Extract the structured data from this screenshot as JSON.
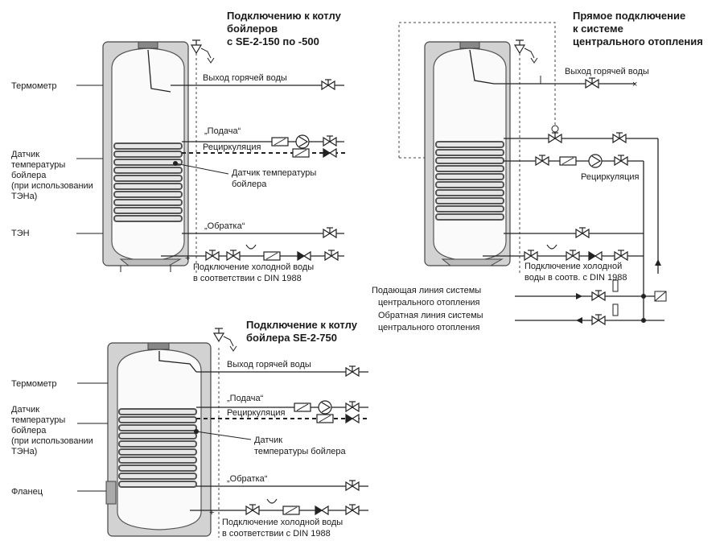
{
  "diagram_a": {
    "title_1": "Подключению к котлу",
    "title_2": "бойлеров",
    "title_3": "с SE-2-150 по -500",
    "thermometer": "Термометр",
    "sensor_1": "Датчик",
    "sensor_2": "температуры",
    "sensor_3": "бойлера",
    "sensor_4": "(при использовании",
    "sensor_5": "ТЭНа)",
    "heater": "ТЭН",
    "hot_out": "Выход горячей воды",
    "supply": "„Подача“",
    "recirc": "Рециркуляция",
    "temp_sensor_1": "Датчик температуры",
    "temp_sensor_2": "бойлера",
    "return": "„Обратка“",
    "cold_1": "Подключение холодной воды",
    "cold_2": "в соответствии с DIN 1988"
  },
  "diagram_b": {
    "title_1": "Прямое подключение",
    "title_2": "к системе",
    "title_3": "центрального отопления",
    "hot_out": "Выход горячей воды",
    "recirc": "Рециркуляция",
    "cold_1": "Подключение холодной",
    "cold_2": "воды в соотв. с DIN 1988",
    "supply_line_1": "Подающая линия системы",
    "supply_line_2": "центрального отопления",
    "return_line_1": "Обратная линия системы",
    "return_line_2": "центрального отопления"
  },
  "diagram_c": {
    "title_1": "Подключение к котлу",
    "title_2": "бойлера SE-2-750",
    "thermometer": "Термометр",
    "sensor_1": "Датчик",
    "sensor_2": "температуры",
    "sensor_3": "бойлера",
    "sensor_4": "(при использовании",
    "sensor_5": "ТЭНа)",
    "flange": "Фланец",
    "hot_out": "Выход горячей воды",
    "supply": "„Подача“",
    "recirc": "Рециркуляция",
    "temp_sensor_1": "Датчик",
    "temp_sensor_2": "температуры бойлера",
    "return": "„Обратка“",
    "cold_1": "Подключение холодной воды",
    "cold_2": "в соответствии с DIN 1988"
  }
}
